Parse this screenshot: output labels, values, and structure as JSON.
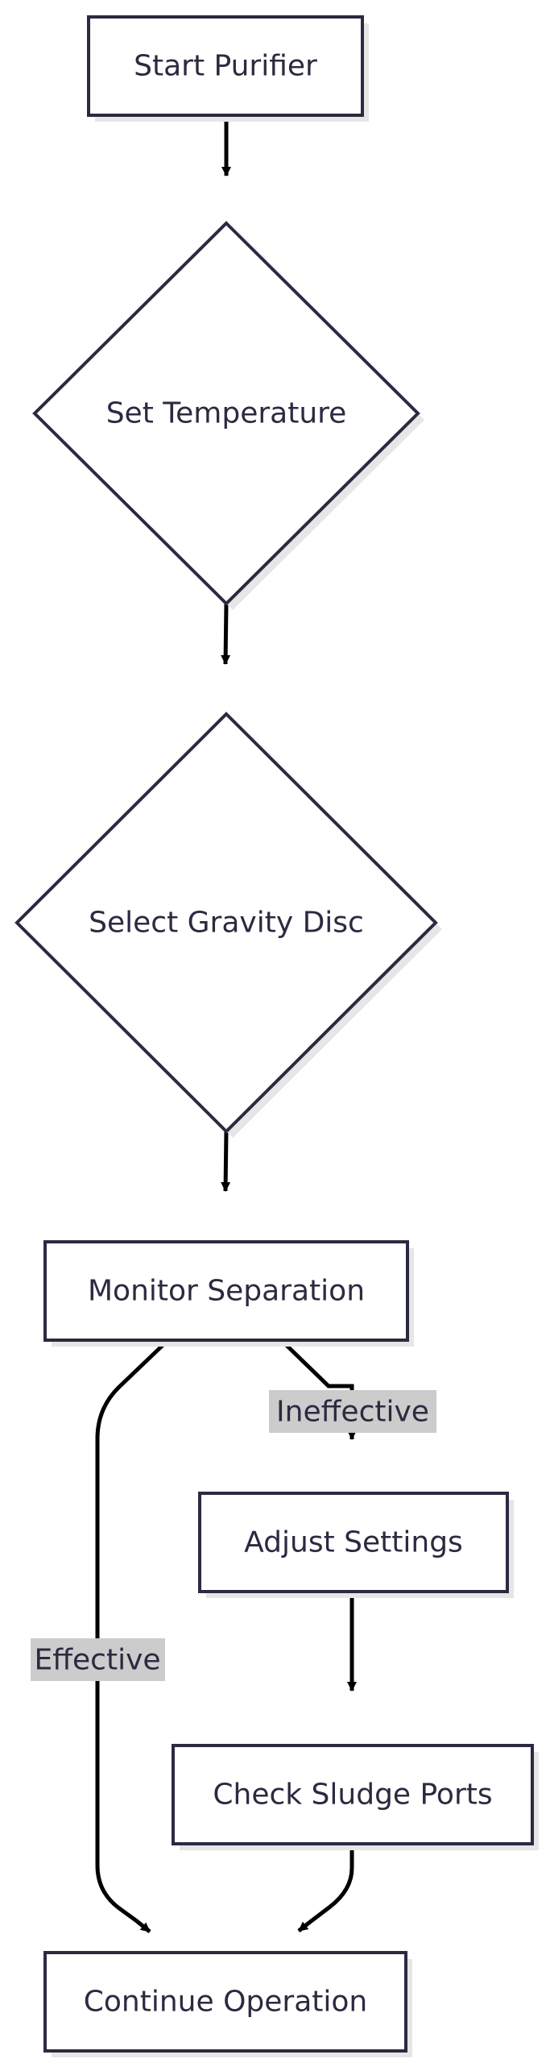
{
  "colors": {
    "node_stroke": "#2b2a40",
    "node_fill": "#ffffff",
    "node_shadow": "#e6e6e6",
    "edge": "#000000",
    "edge_label_bg": "#cccccc",
    "text": "#2b2a40"
  },
  "nodes": {
    "start": {
      "label": "Start Purifier",
      "shape": "rectangle"
    },
    "temperature": {
      "label": "Set Temperature",
      "shape": "diamond"
    },
    "gravity_disc": {
      "label": "Select Gravity Disc",
      "shape": "diamond"
    },
    "monitor": {
      "label": "Monitor Separation",
      "shape": "rectangle"
    },
    "adjust": {
      "label": "Adjust Settings",
      "shape": "rectangle"
    },
    "sludge": {
      "label": "Check Sludge Ports",
      "shape": "rectangle"
    },
    "continue": {
      "label": "Continue Operation",
      "shape": "rectangle"
    }
  },
  "edges": [
    {
      "from": "start",
      "to": "temperature",
      "label": ""
    },
    {
      "from": "temperature",
      "to": "gravity_disc",
      "label": ""
    },
    {
      "from": "gravity_disc",
      "to": "monitor",
      "label": ""
    },
    {
      "from": "monitor",
      "to": "adjust",
      "label": "Ineffective"
    },
    {
      "from": "monitor",
      "to": "continue",
      "label": "Effective"
    },
    {
      "from": "adjust",
      "to": "sludge",
      "label": ""
    },
    {
      "from": "sludge",
      "to": "continue",
      "label": ""
    }
  ],
  "edge_labels": {
    "ineffective": "Ineffective",
    "effective": "Effective"
  }
}
